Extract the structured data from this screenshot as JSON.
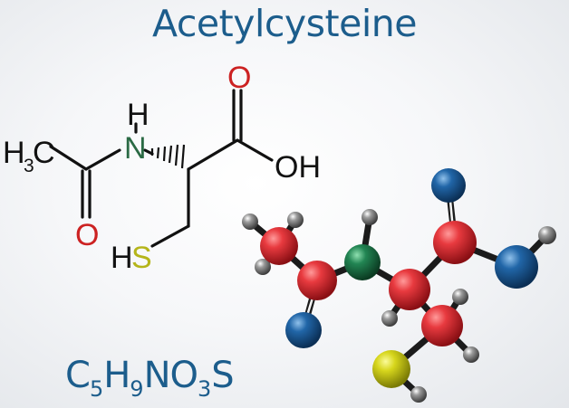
{
  "title": "Acetylcysteine",
  "structure": {
    "ch3": "H",
    "ch3_sub": "3",
    "ch3_c": "C",
    "nh_n": "N",
    "nh_h": "H",
    "carbonyl_o_left": "O",
    "carbonyl_o_top": "O",
    "oh": "OH",
    "sh_h": "H",
    "sh_s": "S"
  },
  "formula": {
    "c": "C",
    "c_n": "5",
    "h": "H",
    "h_n": "9",
    "n": "N",
    "o": "O",
    "o_n": "3",
    "s": "S"
  },
  "colors": {
    "title": "#1c5d8c",
    "carbon": "#d9252c",
    "oxygen": "#1b5b93",
    "nitrogen": "#1f7b4c",
    "sulfur": "#c8c817",
    "hydrogen": "#6b6b6b",
    "label_oxygen": "#cc2222",
    "label_nitrogen": "#2a6a44",
    "label_sulfur": "#b5b51a"
  }
}
